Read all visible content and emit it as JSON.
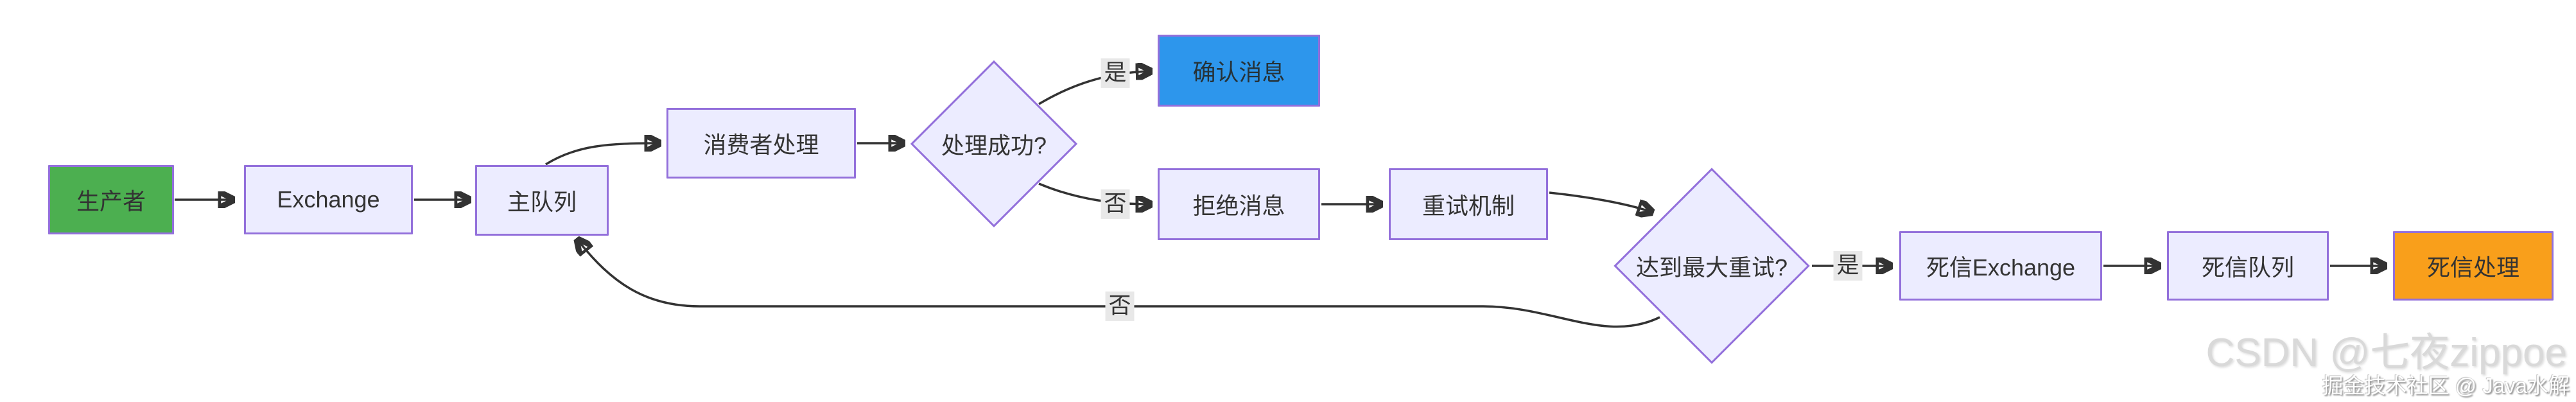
{
  "diagram_type": "flowchart",
  "topic": "message queue processing with dead-letter flow",
  "nodes": {
    "producer": {
      "label": "生产者",
      "shape": "rect",
      "fill": "#4CAF50"
    },
    "exchange": {
      "label": "Exchange",
      "shape": "rect",
      "fill": "#ECECFF"
    },
    "main_queue": {
      "label": "主队列",
      "shape": "rect",
      "fill": "#ECECFF"
    },
    "consumer": {
      "label": "消费者处理",
      "shape": "rect",
      "fill": "#ECECFF"
    },
    "decision_success": {
      "label": "处理成功?",
      "shape": "diamond",
      "fill": "#ECECFF"
    },
    "confirm": {
      "label": "确认消息",
      "shape": "rect",
      "fill": "#2D96EC"
    },
    "reject": {
      "label": "拒绝消息",
      "shape": "rect",
      "fill": "#ECECFF"
    },
    "retry": {
      "label": "重试机制",
      "shape": "rect",
      "fill": "#ECECFF"
    },
    "decision_max": {
      "label": "达到最大重试?",
      "shape": "diamond",
      "fill": "#ECECFF"
    },
    "dlx": {
      "label": "死信Exchange",
      "shape": "rect",
      "fill": "#ECECFF"
    },
    "dlq": {
      "label": "死信队列",
      "shape": "rect",
      "fill": "#ECECFF"
    },
    "dlp": {
      "label": "死信处理",
      "shape": "rect",
      "fill": "#F99F1B"
    }
  },
  "edge_labels": {
    "success_yes": "是",
    "success_no": "否",
    "max_retry_yes": "是",
    "max_retry_no": "否"
  },
  "edges": [
    {
      "from": "producer",
      "to": "exchange",
      "label": ""
    },
    {
      "from": "exchange",
      "to": "main_queue",
      "label": ""
    },
    {
      "from": "main_queue",
      "to": "consumer",
      "label": ""
    },
    {
      "from": "consumer",
      "to": "decision_success",
      "label": ""
    },
    {
      "from": "decision_success",
      "to": "confirm",
      "label": "是"
    },
    {
      "from": "decision_success",
      "to": "reject",
      "label": "否"
    },
    {
      "from": "reject",
      "to": "retry",
      "label": ""
    },
    {
      "from": "retry",
      "to": "decision_max",
      "label": ""
    },
    {
      "from": "decision_max",
      "to": "dlx",
      "label": "是"
    },
    {
      "from": "decision_max",
      "to": "main_queue",
      "label": "否"
    },
    {
      "from": "dlx",
      "to": "dlq",
      "label": ""
    },
    {
      "from": "dlq",
      "to": "dlp",
      "label": ""
    }
  ],
  "colors": {
    "node_default_fill": "#ECECFF",
    "node_border": "#9370DB",
    "producer_fill": "#4CAF50",
    "confirm_fill": "#2D96EC",
    "dead_letter_fill": "#F99F1B",
    "edge_stroke": "#333333",
    "edge_label_bg": "#e8e8e8",
    "text": "#333333",
    "background": "#ffffff"
  },
  "watermarks": {
    "csdn": "CSDN @七夜zippoe",
    "juejin": "掘金技术社区 @ Java水解"
  }
}
